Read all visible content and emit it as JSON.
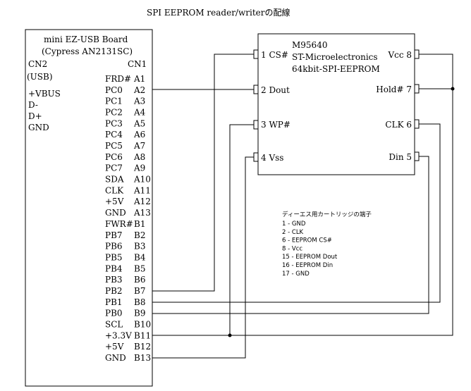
{
  "title": "SPI EEPROM reader/writerの配線",
  "board": {
    "name": "mini EZ-USB Board",
    "model": "(Cypress AN2131SC)",
    "cn2": {
      "label": "CN2",
      "sub": "(USB)",
      "pins": [
        "+VBUS",
        "D-",
        "D+",
        "GND"
      ]
    },
    "cn1": {
      "label": "CN1",
      "pins": [
        {
          "name": "FRD#",
          "id": "A1"
        },
        {
          "name": "PC0",
          "id": "A2"
        },
        {
          "name": "PC1",
          "id": "A3"
        },
        {
          "name": "PC2",
          "id": "A4"
        },
        {
          "name": "PC3",
          "id": "A5"
        },
        {
          "name": "PC4",
          "id": "A6"
        },
        {
          "name": "PC5",
          "id": "A7"
        },
        {
          "name": "PC6",
          "id": "A8"
        },
        {
          "name": "PC7",
          "id": "A9"
        },
        {
          "name": "SDA",
          "id": "A10"
        },
        {
          "name": "CLK",
          "id": "A11"
        },
        {
          "name": "+5V",
          "id": "A12"
        },
        {
          "name": "GND",
          "id": "A13"
        },
        {
          "name": "FWR#",
          "id": "B1"
        },
        {
          "name": "PB7",
          "id": "B2"
        },
        {
          "name": "PB6",
          "id": "B3"
        },
        {
          "name": "PB5",
          "id": "B4"
        },
        {
          "name": "PB4",
          "id": "B5"
        },
        {
          "name": "PB3",
          "id": "B6"
        },
        {
          "name": "PB2",
          "id": "B7"
        },
        {
          "name": "PB1",
          "id": "B8"
        },
        {
          "name": "PB0",
          "id": "B9"
        },
        {
          "name": "SCL",
          "id": "B10"
        },
        {
          "name": "+3.3V",
          "id": "B11"
        },
        {
          "name": "+5V",
          "id": "B12"
        },
        {
          "name": "GND",
          "id": "B13"
        }
      ]
    }
  },
  "chip": {
    "part": "M95640",
    "maker": "ST-Microelectronics",
    "desc": "64kbit-SPI-EEPROM",
    "left_pins": [
      "1 CS#",
      "2 Dout",
      "3 WP#",
      "4 Vss"
    ],
    "right_pins": [
      "Vcc 8",
      "Hold# 7",
      "CLK 6",
      "Din 5"
    ]
  },
  "cartridge": {
    "title": "ディーエス用カートリッジの端子",
    "pins": [
      "1 - GND",
      "2 - CLK",
      "6 - EEPROM CS#",
      "8 - Vcc",
      "15 - EEPROM Dout",
      "16 - EEPROM Din",
      "17 - GND"
    ]
  }
}
